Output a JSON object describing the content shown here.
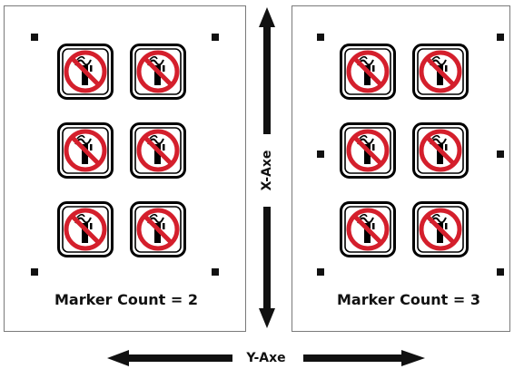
{
  "left_panel": {
    "marker_count_text": "Marker Count = 2"
  },
  "right_panel": {
    "marker_count_text": "Marker Count = 3"
  },
  "axes": {
    "x_label": "X-Axe",
    "y_label": "Y-Axe"
  },
  "icons": {
    "sign": "no-smoking-sign-icon",
    "marker": "registration-marker"
  },
  "colors": {
    "sign_red": "#d41f2c",
    "frame": "#000000",
    "marker": "#111111"
  }
}
